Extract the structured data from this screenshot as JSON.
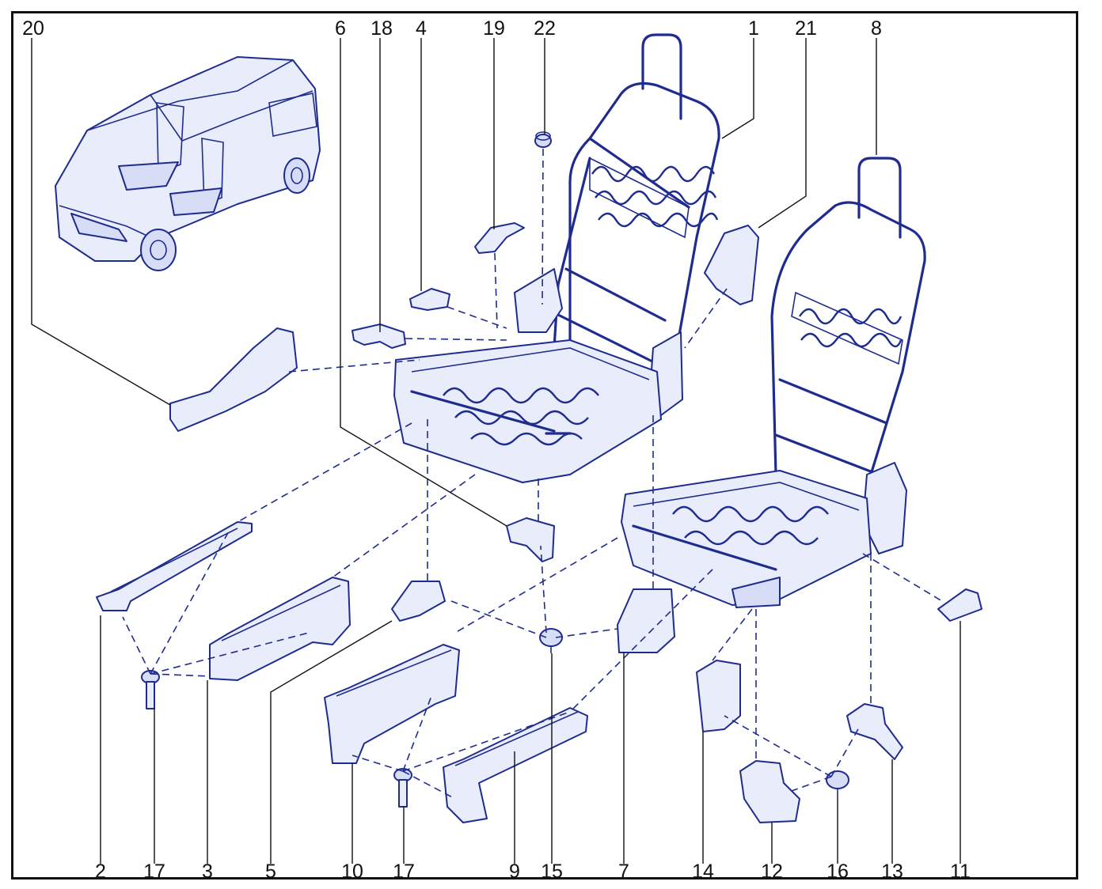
{
  "callouts": {
    "n20": "20",
    "n6": "6",
    "n18": "18",
    "n4": "4",
    "n19": "19",
    "n22": "22",
    "n1": "1",
    "n21": "21",
    "n8": "8",
    "n2": "2",
    "n17a": "17",
    "n3": "3",
    "n5": "5",
    "n10": "10",
    "n17b": "17",
    "n9": "9",
    "n15": "15",
    "n7": "7",
    "n14": "14",
    "n12": "12",
    "n16": "16",
    "n13": "13",
    "n11": "11"
  },
  "colors": {
    "line": "#1f2c8f",
    "fill": "#e9edfb",
    "frame": "#111111"
  }
}
